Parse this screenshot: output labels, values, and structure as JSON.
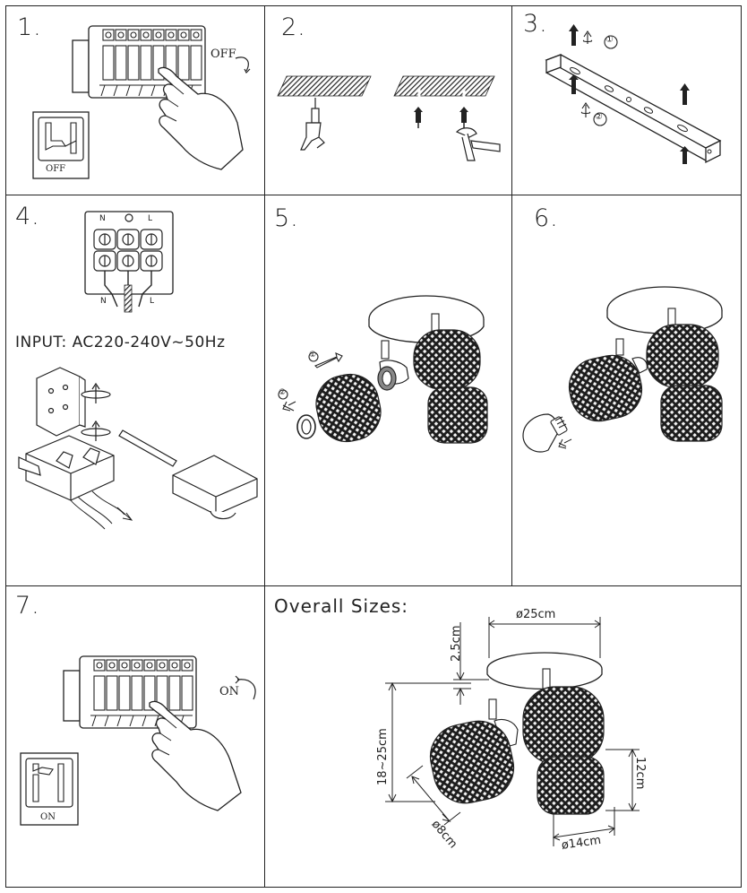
{
  "steps": [
    {
      "number": "1."
    },
    {
      "number": "2."
    },
    {
      "number": "3."
    },
    {
      "number": "4."
    },
    {
      "number": "5."
    },
    {
      "number": "6."
    },
    {
      "number": "7."
    }
  ],
  "step1": {
    "switch_label": "OFF",
    "breaker_label": "OFF"
  },
  "step3": {
    "callout_1": "①",
    "callout_2": "②"
  },
  "step4": {
    "terminal_n": "N",
    "terminal_l": "L",
    "wire_n": "N",
    "wire_l": "L",
    "input_text": "INPUT: AC220-240V~50Hz"
  },
  "step5": {
    "callout_1": "①",
    "callout_2": "②"
  },
  "step7": {
    "switch_label": "ON",
    "breaker_label": "ON"
  },
  "sizes": {
    "title": "Overall Sizes:",
    "plate_diameter": "ø25cm",
    "plate_depth": "2.5cm",
    "height_range": "18~25cm",
    "shade_height": "12cm",
    "shade_diameter_small": "ø8cm",
    "shade_diameter_large": "ø14cm"
  },
  "colors": {
    "line": "#222222",
    "background": "#ffffff"
  }
}
